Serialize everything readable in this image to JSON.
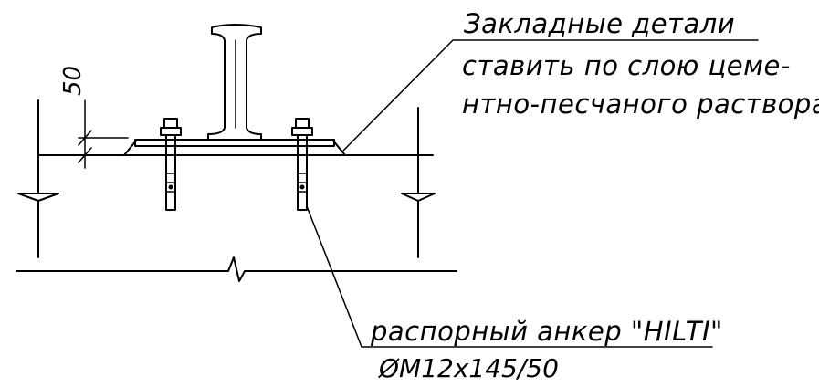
{
  "notes": {
    "embedded_line1": "Закладные детали",
    "embedded_line2": "ставить по слою цеме-",
    "embedded_line3": "нтно-песчаного раствора",
    "anchor_line1": "распорный  анкер \"HILTI\"",
    "anchor_line2": "ØM12x145/50"
  },
  "dimension": {
    "value": "50"
  }
}
